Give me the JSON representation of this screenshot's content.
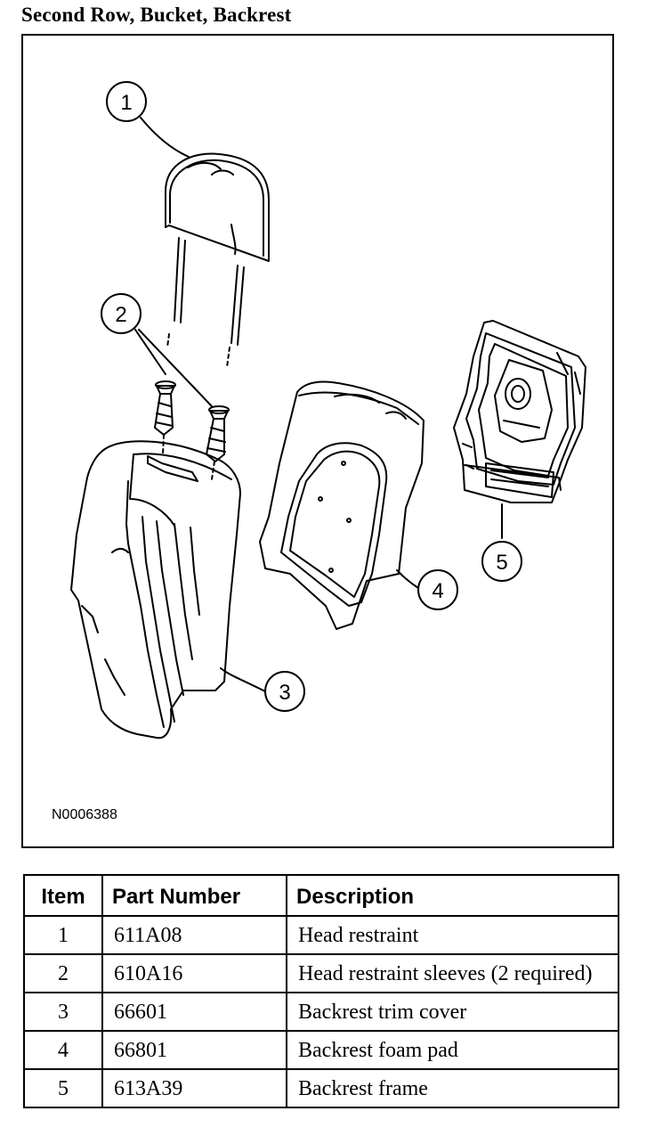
{
  "title": "Second Row, Bucket, Backrest",
  "figure": {
    "id": "N0006388",
    "callouts": [
      "1",
      "2",
      "3",
      "4",
      "5"
    ]
  },
  "table": {
    "headers": {
      "item": "Item",
      "part_number": "Part Number",
      "description": "Description"
    },
    "rows": [
      {
        "item": "1",
        "part_number": "611A08",
        "description": "Head restraint"
      },
      {
        "item": "2",
        "part_number": "610A16",
        "description": "Head restraint sleeves (2 required)"
      },
      {
        "item": "3",
        "part_number": "66601",
        "description": "Backrest trim cover"
      },
      {
        "item": "4",
        "part_number": "66801",
        "description": "Backrest foam pad"
      },
      {
        "item": "5",
        "part_number": "613A39",
        "description": "Backrest frame"
      }
    ]
  }
}
